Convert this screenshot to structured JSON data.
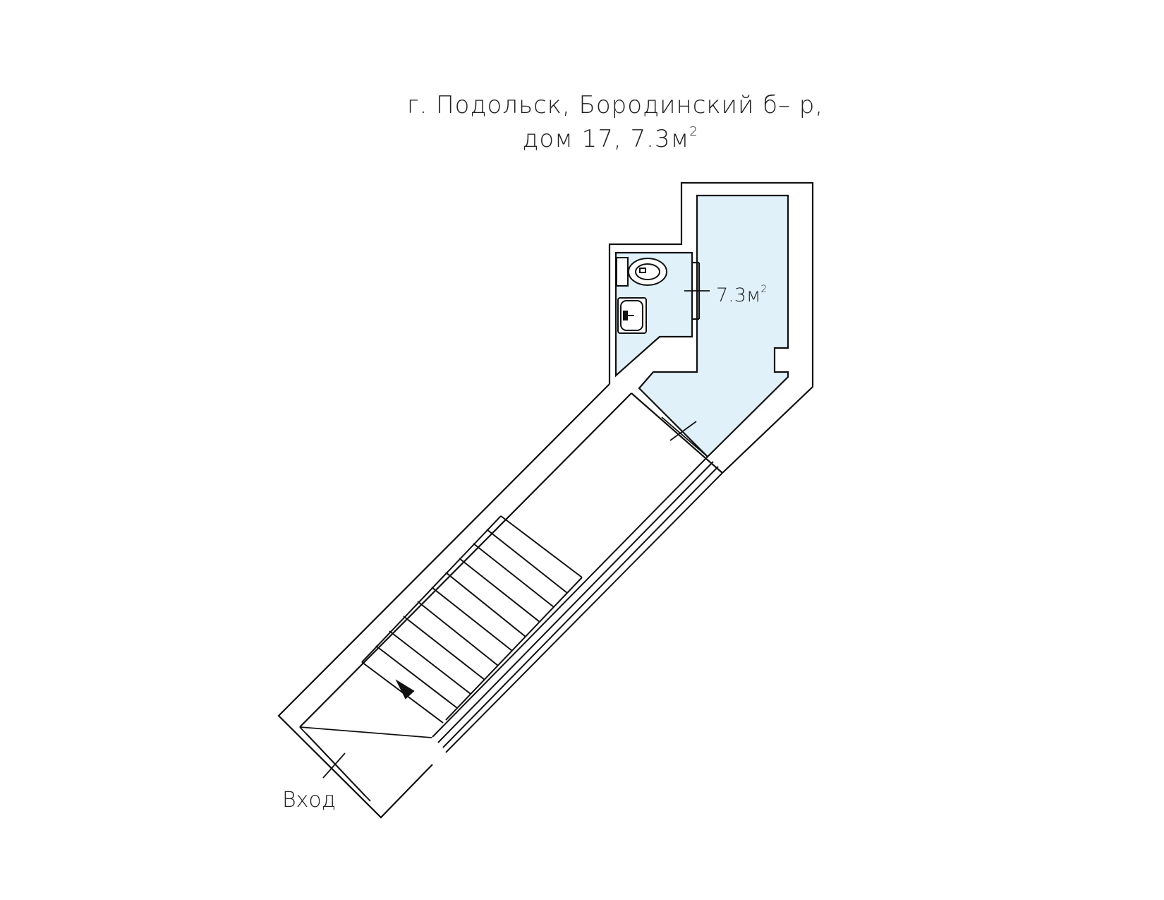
{
  "title": {
    "line1": "г. Подольск, Бородинский   б– р,",
    "line2": "дом  17,   7.3",
    "line2_unit": "м",
    "line2_sup": "2"
  },
  "rooms": [
    {
      "area": "7.3",
      "unit": "м",
      "sup": "2"
    }
  ],
  "entrance_label": "Вход",
  "colors": {
    "room_fill": "#e0f1fa",
    "wall": "#111111",
    "background": "#ffffff"
  },
  "icons": [
    "toilet-icon",
    "sink-icon",
    "stair-direction-arrow-icon",
    "door-icon"
  ]
}
